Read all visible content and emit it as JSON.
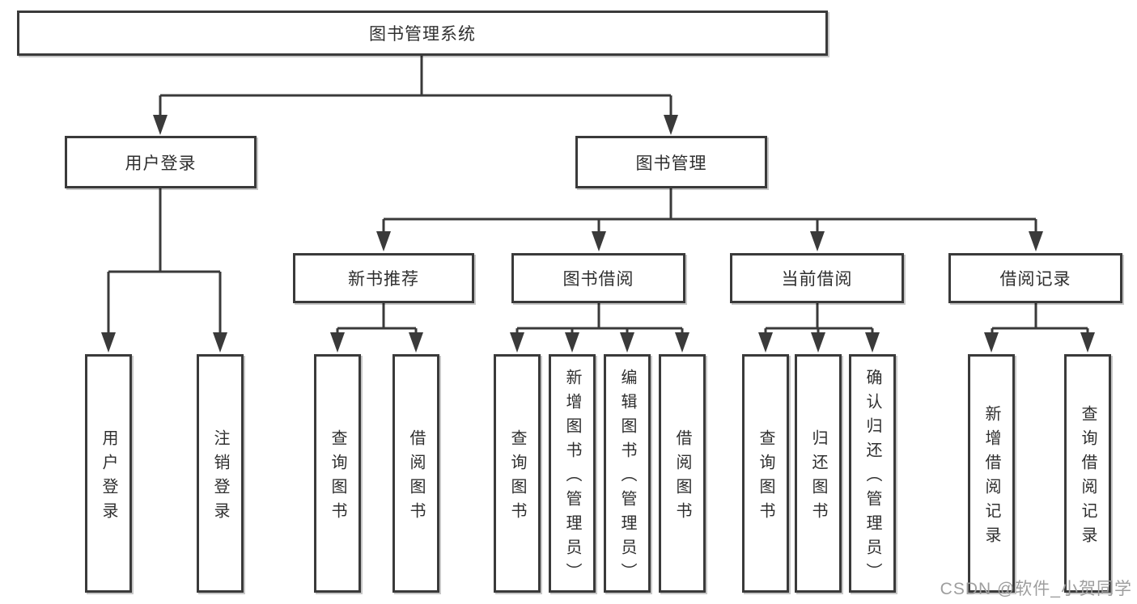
{
  "diagram_type": "hierarchy-tree",
  "tree": {
    "label": "图书管理系统",
    "children": [
      {
        "label": "用户登录",
        "children": [
          {
            "label": "用户登录"
          },
          {
            "label": "注销登录"
          }
        ]
      },
      {
        "label": "图书管理",
        "children": [
          {
            "label": "新书推荐",
            "children": [
              {
                "label": "查询图书"
              },
              {
                "label": "借阅图书"
              }
            ]
          },
          {
            "label": "图书借阅",
            "children": [
              {
                "label": "查询图书"
              },
              {
                "label": "新增图书（管理员）"
              },
              {
                "label": "编辑图书（管理员）"
              },
              {
                "label": "借阅图书"
              }
            ]
          },
          {
            "label": "当前借阅",
            "children": [
              {
                "label": "查询图书"
              },
              {
                "label": "归还图书"
              },
              {
                "label": "确认归还（管理员）"
              }
            ]
          },
          {
            "label": "借阅记录",
            "children": [
              {
                "label": "新增借阅记录"
              },
              {
                "label": "查询借阅记录"
              }
            ]
          }
        ]
      }
    ]
  },
  "watermark": {
    "text": "CSDN @软件_小贺同学"
  },
  "colors": {
    "line": "#3a3a3a",
    "box_border": "#3a3a3a",
    "box_background": "#ffffff",
    "text": "#2f2f2f",
    "watermark_text": "#9e9e9e",
    "background": "#ffffff"
  }
}
